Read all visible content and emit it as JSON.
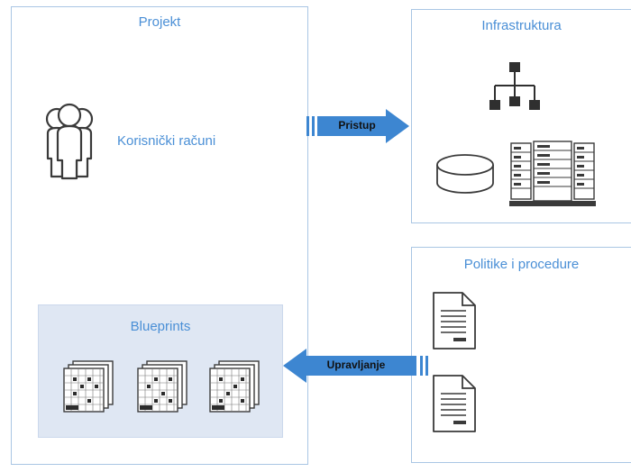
{
  "panels": {
    "project": {
      "title": "Projekt",
      "users_label": "Korisnički računi"
    },
    "blueprints": {
      "title": "Blueprints"
    },
    "infrastructure": {
      "title": "Infrastruktura"
    },
    "policies": {
      "title": "Politike i procedure"
    }
  },
  "arrows": {
    "access": {
      "label": "Pristup"
    },
    "governance": {
      "label": "Upravljanje"
    }
  },
  "icons": {
    "users": "users-icon",
    "hierarchy": "hierarchy-icon",
    "database": "database-icon",
    "servers": "server-rack-icon",
    "documents": "document-icon",
    "blueprint": "blueprint-icon"
  },
  "colors": {
    "panel_border": "#a9c6e4",
    "title_text": "#4a8fd6",
    "arrow_fill": "#3d86d1",
    "blueprint_bg": "#dfe7f3"
  }
}
